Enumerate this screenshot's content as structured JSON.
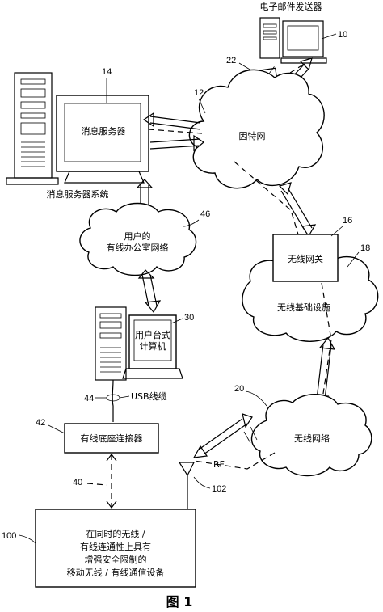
{
  "nodes": {
    "email_sender": "电子邮件发送器",
    "message_server": "消息服务器",
    "message_server_system": "消息服务器系统",
    "internet": "因特网",
    "wired_office_network": "用户的\n有线办公室网络",
    "user_desktop": "用户台式\n计算机",
    "usb_cable": "USB线缆",
    "wired_cradle": "有线底座连接器",
    "wireless_gateway": "无线网关",
    "wireless_infrastructure": "无线基础设施",
    "wireless_network": "无线网络",
    "rf": "RF",
    "mobile_device": "在同时的无线 /\n有线连通性上具有\n增强安全限制的\n移动无线 / 有线通信设备"
  },
  "refs": {
    "r10": "10",
    "r12": "12",
    "r14": "14",
    "r16": "16",
    "r18": "18",
    "r20": "20",
    "r22": "22",
    "r30": "30",
    "r40": "40",
    "r42": "42",
    "r44": "44",
    "r46": "46",
    "r100": "100",
    "r102": "102"
  },
  "figure_label": "图 1"
}
